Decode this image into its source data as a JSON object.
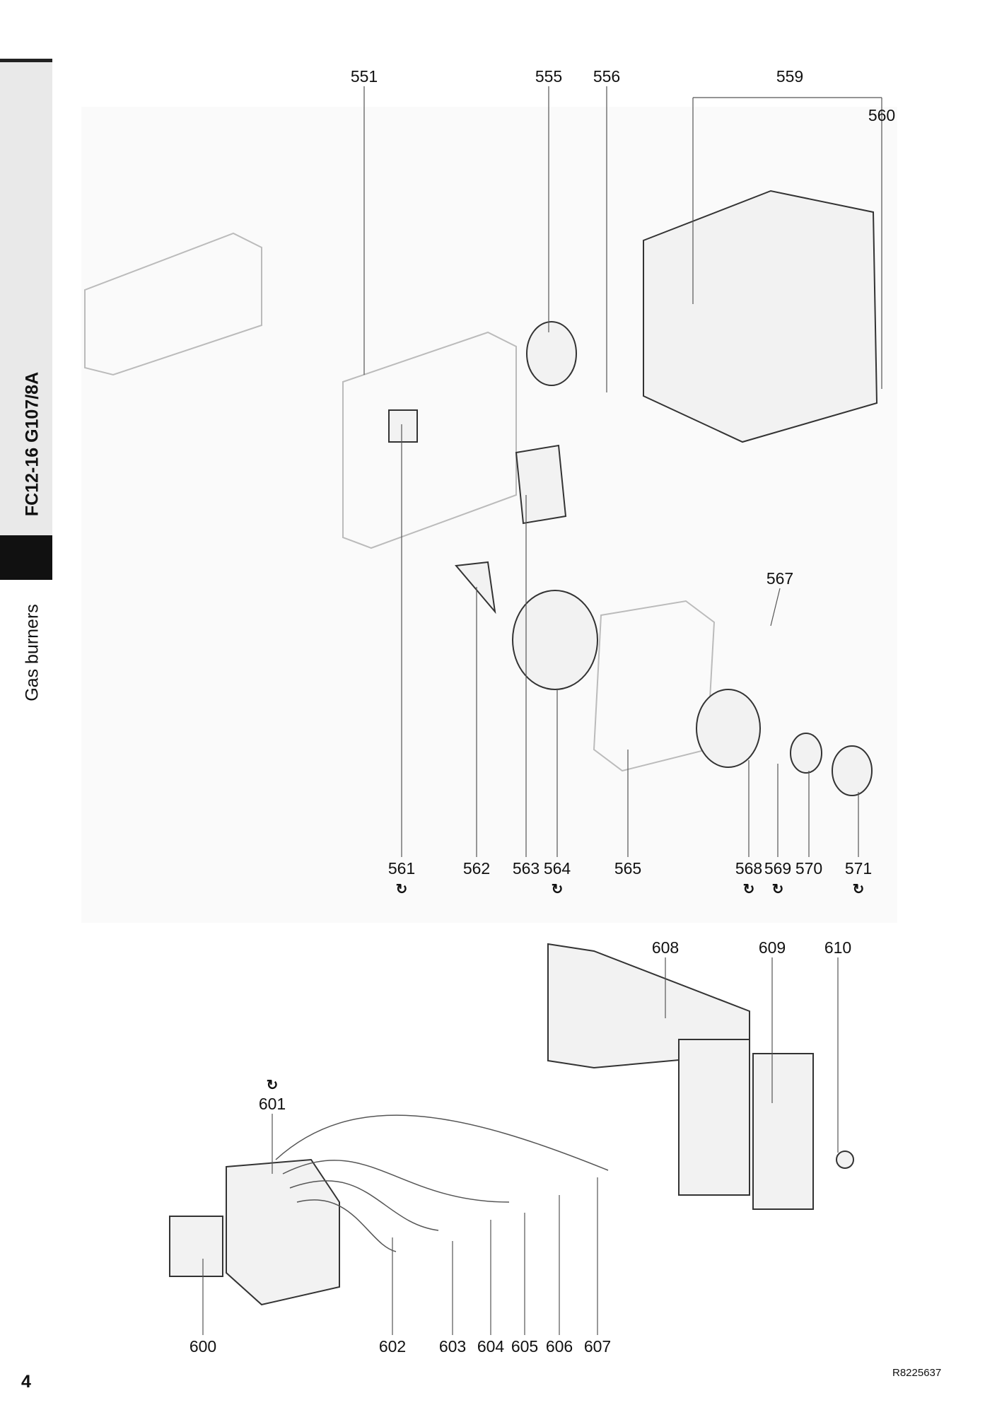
{
  "sidebar": {
    "model": "FC12-16 G107/8A",
    "section": "Gas burners"
  },
  "page_number": "4",
  "drawing_ref": "R8225637",
  "spare_icon": "spare-part-circle-arrows-icon",
  "spare_symbol": "↻",
  "upper_labels": {
    "l551": "551",
    "l555": "555",
    "l556": "556",
    "l559": "559",
    "l560": "560",
    "l561": "561",
    "l562": "562",
    "l563": "563",
    "l564": "564",
    "l565": "565",
    "l567": "567",
    "l568": "568",
    "l569": "569",
    "l570": "570",
    "l571": "571"
  },
  "lower_labels": {
    "l600": "600",
    "l601": "601",
    "l602": "602",
    "l603": "603",
    "l604": "604",
    "l605": "605",
    "l606": "606",
    "l607": "607",
    "l608": "608",
    "l609": "609",
    "l610": "610"
  }
}
